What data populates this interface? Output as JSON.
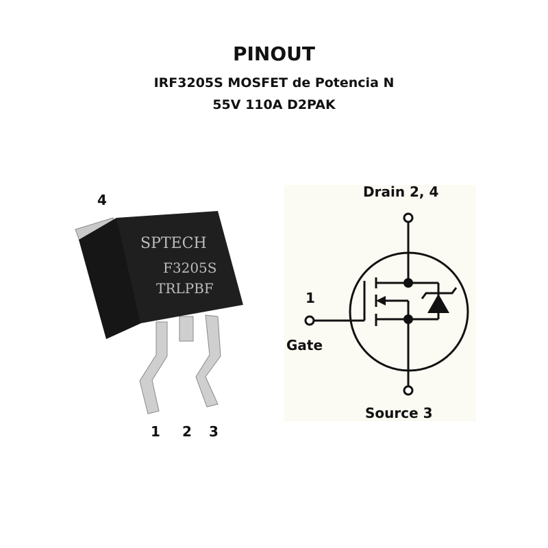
{
  "header": {
    "title": "PINOUT",
    "subtitle_line1": "IRF3205S MOSFET de Potencia N",
    "subtitle_line2": "55V 110A D2PAK"
  },
  "package": {
    "marking_line1": "SPTECH",
    "marking_line2": "F3205S",
    "marking_line3": "TRLPBF",
    "tab_pin": "4",
    "pin_labels": [
      "1",
      "2",
      "3"
    ]
  },
  "schematic": {
    "drain_label": "Drain 2, 4",
    "gate_pin": "1",
    "gate_label": "Gate",
    "source_label": "Source  3"
  }
}
